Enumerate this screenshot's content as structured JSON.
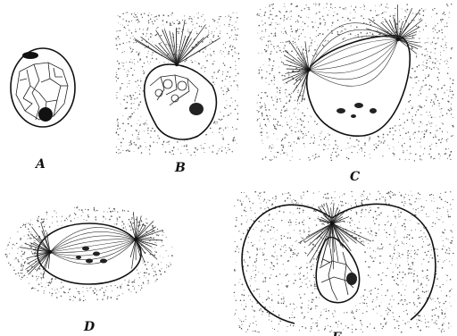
{
  "figure": {
    "panels": [
      {
        "id": "A",
        "label": "A"
      },
      {
        "id": "B",
        "label": "B"
      },
      {
        "id": "C",
        "label": "C"
      },
      {
        "id": "D",
        "label": "D"
      },
      {
        "id": "E",
        "label": "E"
      }
    ]
  },
  "colors": {
    "ink": "#111111",
    "stipple": "#555555",
    "paper": "#ffffff"
  }
}
